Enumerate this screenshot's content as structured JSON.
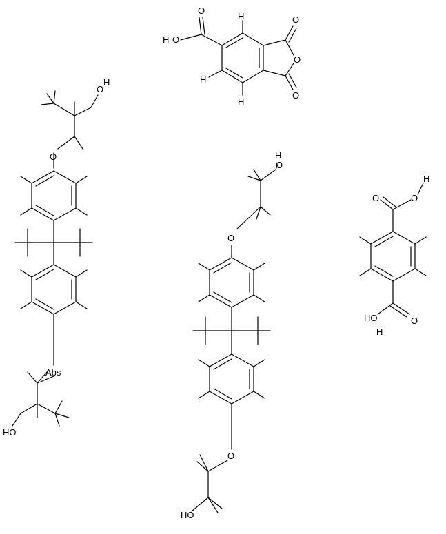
{
  "atoms": {
    "oxygen": "O",
    "hydrogen": "H",
    "hydroxyl": "HO",
    "hydroxyl_r": "OH",
    "abs": "Abs"
  }
}
